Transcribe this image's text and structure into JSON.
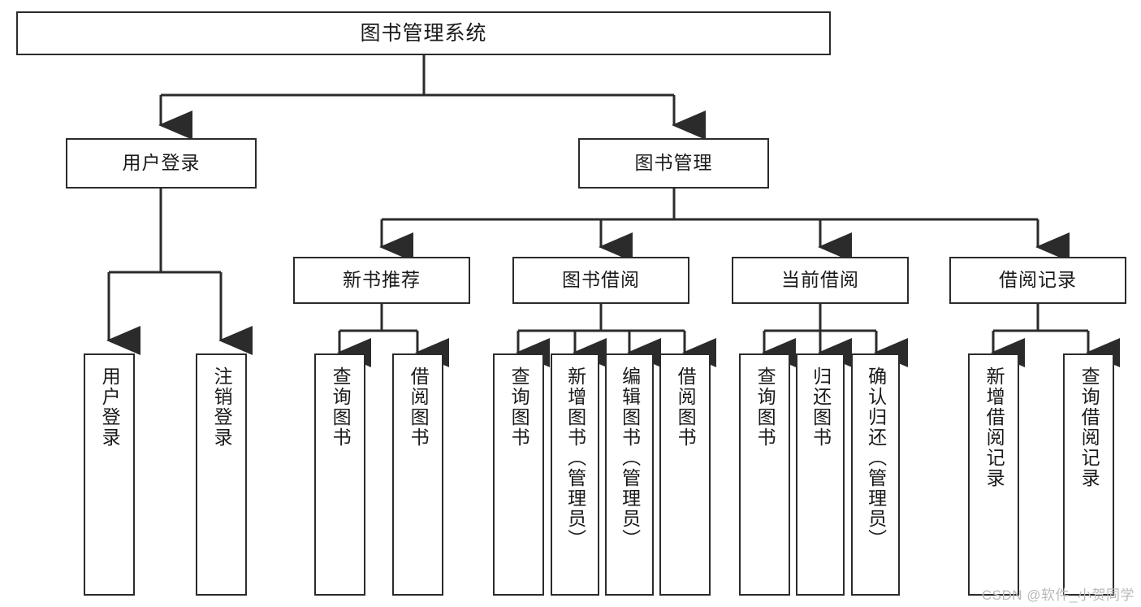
{
  "diagram": {
    "type": "tree-hierarchy-chart",
    "title_node": {
      "label": "图书管理系统"
    },
    "level1": [
      {
        "id": "user-login",
        "label": "用户登录"
      },
      {
        "id": "book-management",
        "label": "图书管理"
      }
    ],
    "level2": [
      {
        "id": "new-book-recommend",
        "label": "新书推荐",
        "parent": "book-management"
      },
      {
        "id": "book-borrow",
        "label": "图书借阅",
        "parent": "book-management"
      },
      {
        "id": "current-borrow",
        "label": "当前借阅",
        "parent": "book-management"
      },
      {
        "id": "borrow-record",
        "label": "借阅记录",
        "parent": "book-management"
      }
    ],
    "leaves": {
      "user_login": [
        {
          "id": "leaf-user-login",
          "label": "用户登录"
        },
        {
          "id": "leaf-logout",
          "label": "注销登录"
        }
      ],
      "new_book_recommend": [
        {
          "id": "leaf-query-book-1",
          "label": "查询图书"
        },
        {
          "id": "leaf-borrow-book-1",
          "label": "借阅图书"
        }
      ],
      "book_borrow": [
        {
          "id": "leaf-query-book-2",
          "label": "查询图书"
        },
        {
          "id": "leaf-add-book",
          "label": "新增图书（管理员）"
        },
        {
          "id": "leaf-edit-book",
          "label": "编辑图书（管理员）"
        },
        {
          "id": "leaf-borrow-book-2",
          "label": "借阅图书"
        }
      ],
      "current_borrow": [
        {
          "id": "leaf-query-book-3",
          "label": "查询图书"
        },
        {
          "id": "leaf-return-book",
          "label": "归还图书"
        },
        {
          "id": "leaf-confirm-return",
          "label": "确认归还（管理员）"
        }
      ],
      "borrow_record": [
        {
          "id": "leaf-add-record",
          "label": "新增借阅记录"
        },
        {
          "id": "leaf-query-record",
          "label": "查询借阅记录"
        }
      ]
    },
    "colors": {
      "stroke": "#2b2b2b",
      "fill": "#ffffff",
      "text": "#1a1a1a",
      "watermark": "#b9b9b9"
    }
  },
  "watermark": {
    "text": "CSDN @软件_小贺同学"
  }
}
